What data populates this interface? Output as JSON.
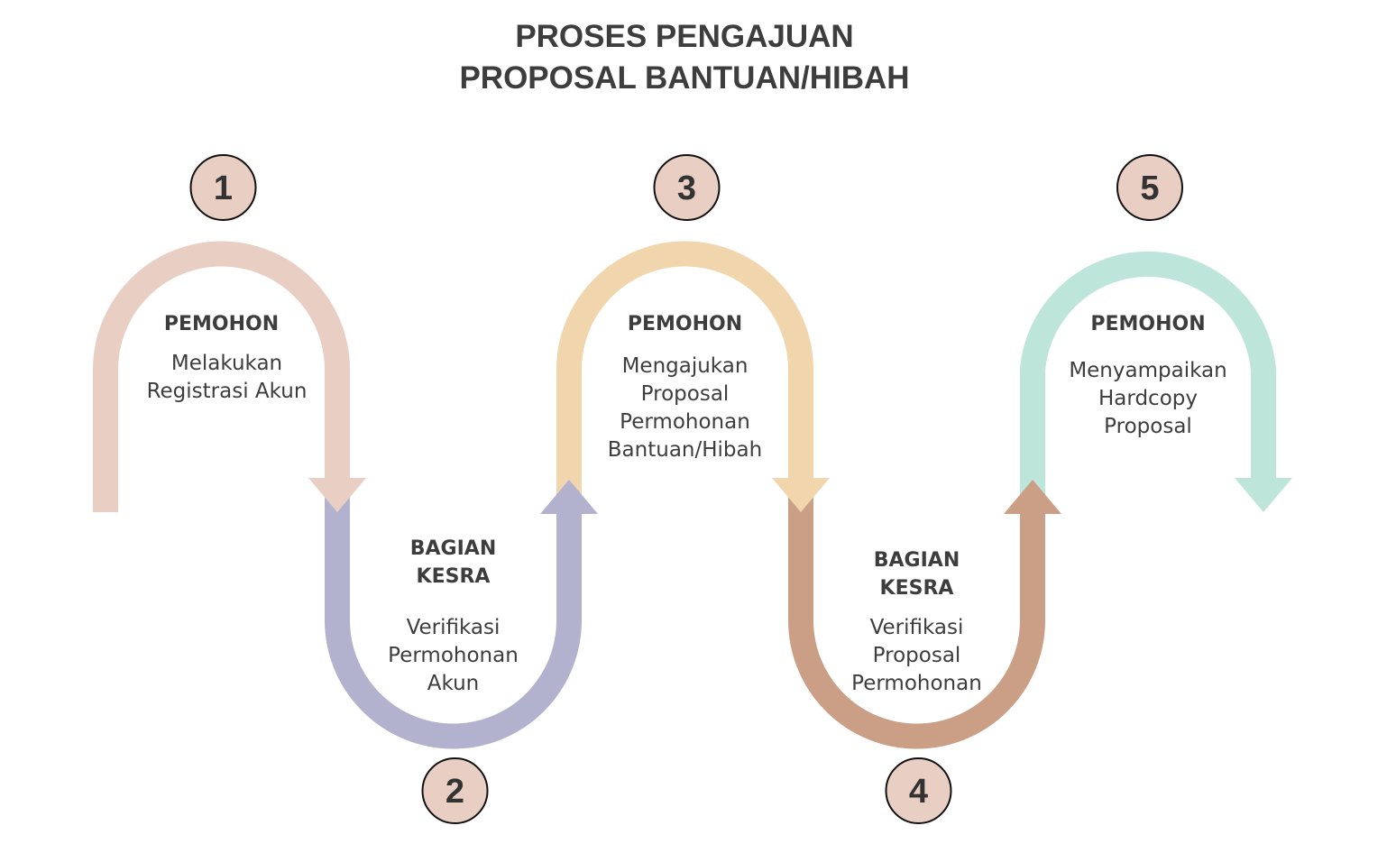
{
  "title": {
    "line1": "PROSES PENGAJUAN",
    "line2": "PROPOSAL BANTUAN/HIBAH"
  },
  "colors": {
    "step1": "#E8CEC3",
    "step2": "#B2B2CF",
    "step3": "#F0D5AD",
    "step4": "#CB9E86",
    "step5": "#BEE5DA",
    "badge": "#E8CEC3",
    "text": "#3D3D3D"
  },
  "steps": [
    {
      "number": "1",
      "role": [
        "PEMOHON"
      ],
      "desc": [
        "Melakukan",
        "Registrasi Akun"
      ]
    },
    {
      "number": "2",
      "role": [
        "BAGIAN",
        "KESRA"
      ],
      "desc": [
        "Verifikasi",
        "Permohonan",
        "Akun"
      ]
    },
    {
      "number": "3",
      "role": [
        "PEMOHON"
      ],
      "desc": [
        "Mengajukan",
        "Proposal",
        "Permohonan",
        "Bantuan/Hibah"
      ]
    },
    {
      "number": "4",
      "role": [
        "BAGIAN",
        "KESRA"
      ],
      "desc": [
        "Verifikasi",
        "Proposal",
        "Permohonan"
      ]
    },
    {
      "number": "5",
      "role": [
        "PEMOHON"
      ],
      "desc": [
        "Menyampaikan",
        "Hardcopy",
        "Proposal"
      ]
    }
  ]
}
